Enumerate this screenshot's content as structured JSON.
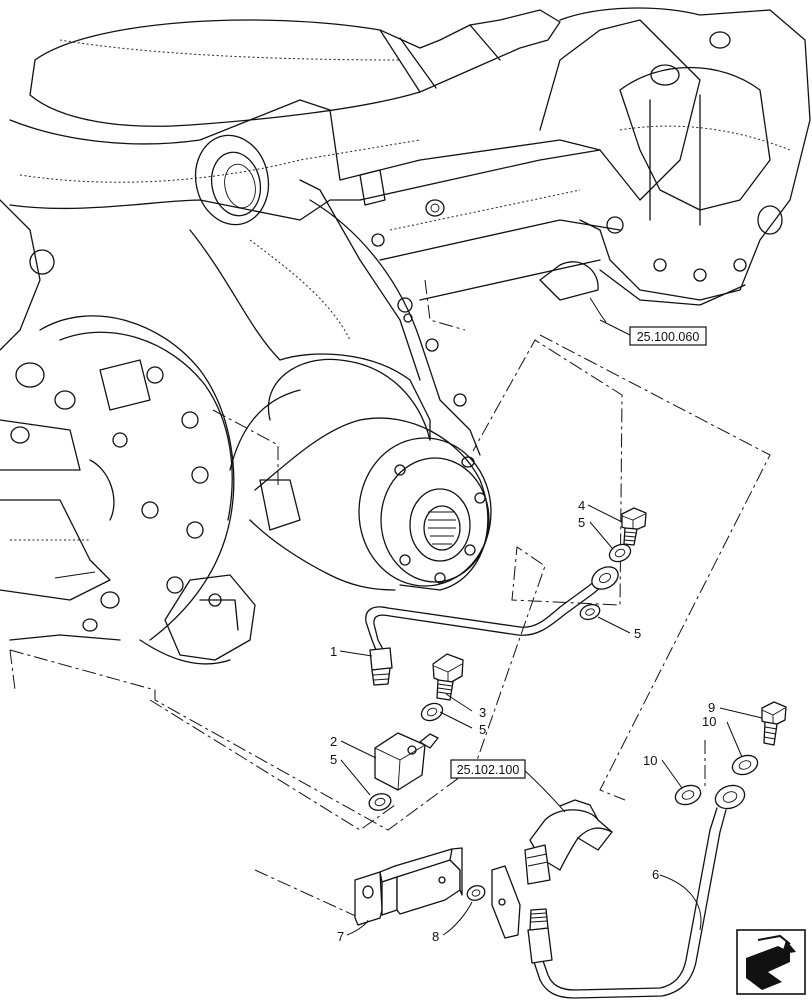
{
  "references": {
    "axle_housing": "25.100.060",
    "breather_hose": "25.102.100"
  },
  "callouts": {
    "c1": "1",
    "c2": "2",
    "c3": "3",
    "c4": "4",
    "c5a": "5",
    "c5b": "5",
    "c5c": "5",
    "c5d": "5",
    "c6": "6",
    "c7": "7",
    "c8": "8",
    "c9": "9",
    "c10a": "10",
    "c10b": "10"
  },
  "icons": {
    "corner_badge": "navigation-arrow-icon"
  }
}
